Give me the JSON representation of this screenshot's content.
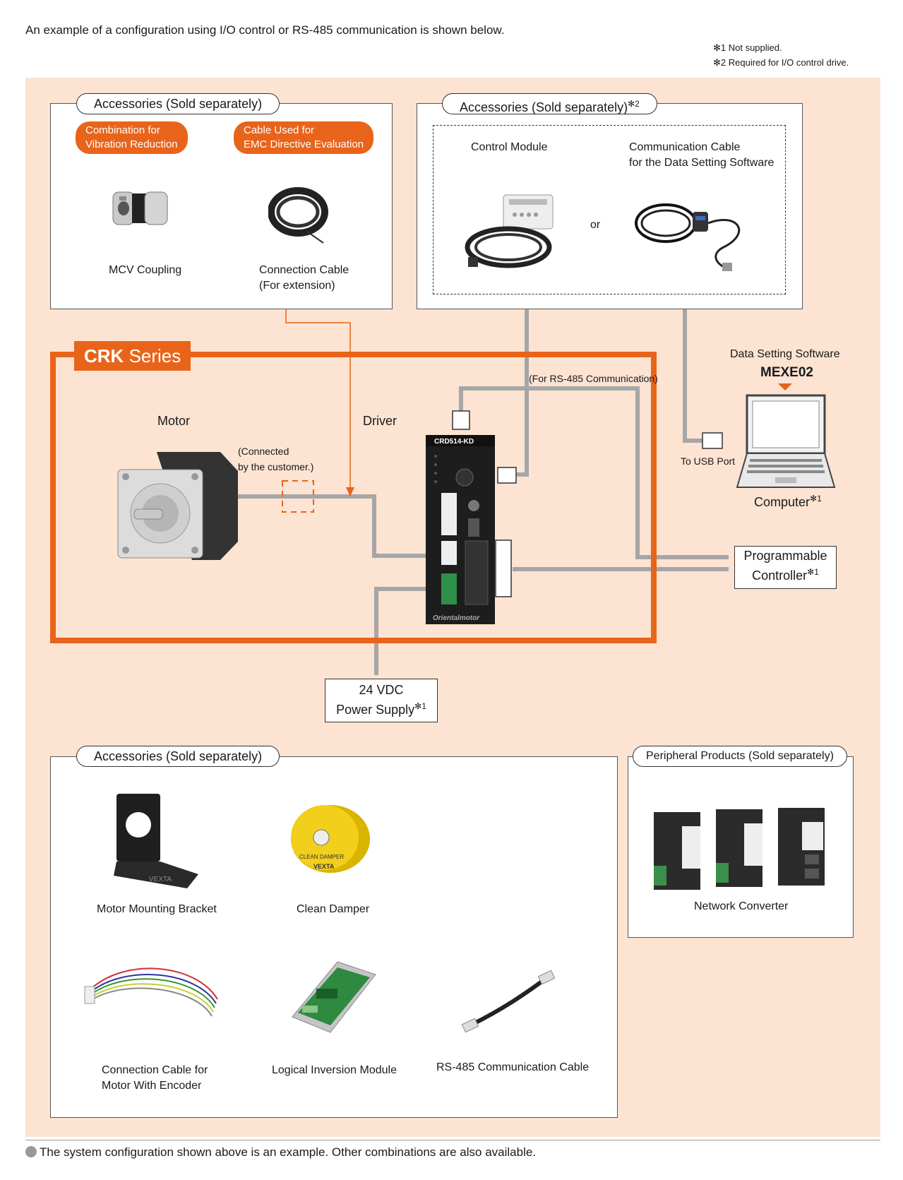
{
  "intro": "An example of a configuration using I/O control or RS-485 communication is shown below.",
  "notes": [
    "✻1 Not supplied.",
    "✻2  Required for I/O control drive."
  ],
  "top_left": {
    "title": "Accessories (Sold separately)",
    "tag1_line1": "Combination for",
    "tag1_line2": "Vibration Reduction",
    "tag2_line1": "Cable Used for",
    "tag2_line2": "EMC Directive Evaluation",
    "item1": "MCV Coupling",
    "item2_line1": "Connection Cable",
    "item2_line2": "(For extension)"
  },
  "top_right": {
    "title": "Accessories (Sold separately)",
    "title_sup": "✻2",
    "item1": "Control Module",
    "item2_line1": "Communication Cable",
    "item2_line2": "for the Data Setting Software",
    "or": "or"
  },
  "crk": {
    "tab_bold": "CRK",
    "tab_rest": " Series",
    "motor": "Motor",
    "driver": "Driver",
    "connected_line1": "(Connected",
    "connected_line2": " by the customer.)",
    "rs485": "(For RS-485 Communication)",
    "driver_model": "CRD514-KD",
    "brand": "Orientalmotor"
  },
  "software": {
    "label": "Data Setting Software",
    "name": "MEXE02",
    "usb": "To USB Port",
    "computer": "Computer",
    "computer_sup": "✻1"
  },
  "plc": {
    "line1": "Programmable",
    "line2": "Controller",
    "sup": "✻1"
  },
  "power": {
    "line1": "24 VDC",
    "line2": "Power Supply",
    "sup": "✻1"
  },
  "bottom_left": {
    "title": "Accessories (Sold separately)",
    "items": [
      "Motor Mounting Bracket",
      "Clean Damper"
    ],
    "item3_line1": "Connection Cable for",
    "item3_line2": "Motor With Encoder",
    "item4": "Logical Inversion Module",
    "item5": "RS-485 Communication Cable",
    "damper_text": "CLEAN DAMPER",
    "damper_brand": "VEXTA",
    "bracket_brand": "VEXTA"
  },
  "bottom_right": {
    "title": "Peripheral Products (Sold separately)",
    "item": "Network Converter"
  },
  "footer": "The system configuration shown above is an example. Other combinations are also available.",
  "colors": {
    "orange": "#e8641a",
    "background": "#fce3d2",
    "wire": "#a6a6a6"
  }
}
